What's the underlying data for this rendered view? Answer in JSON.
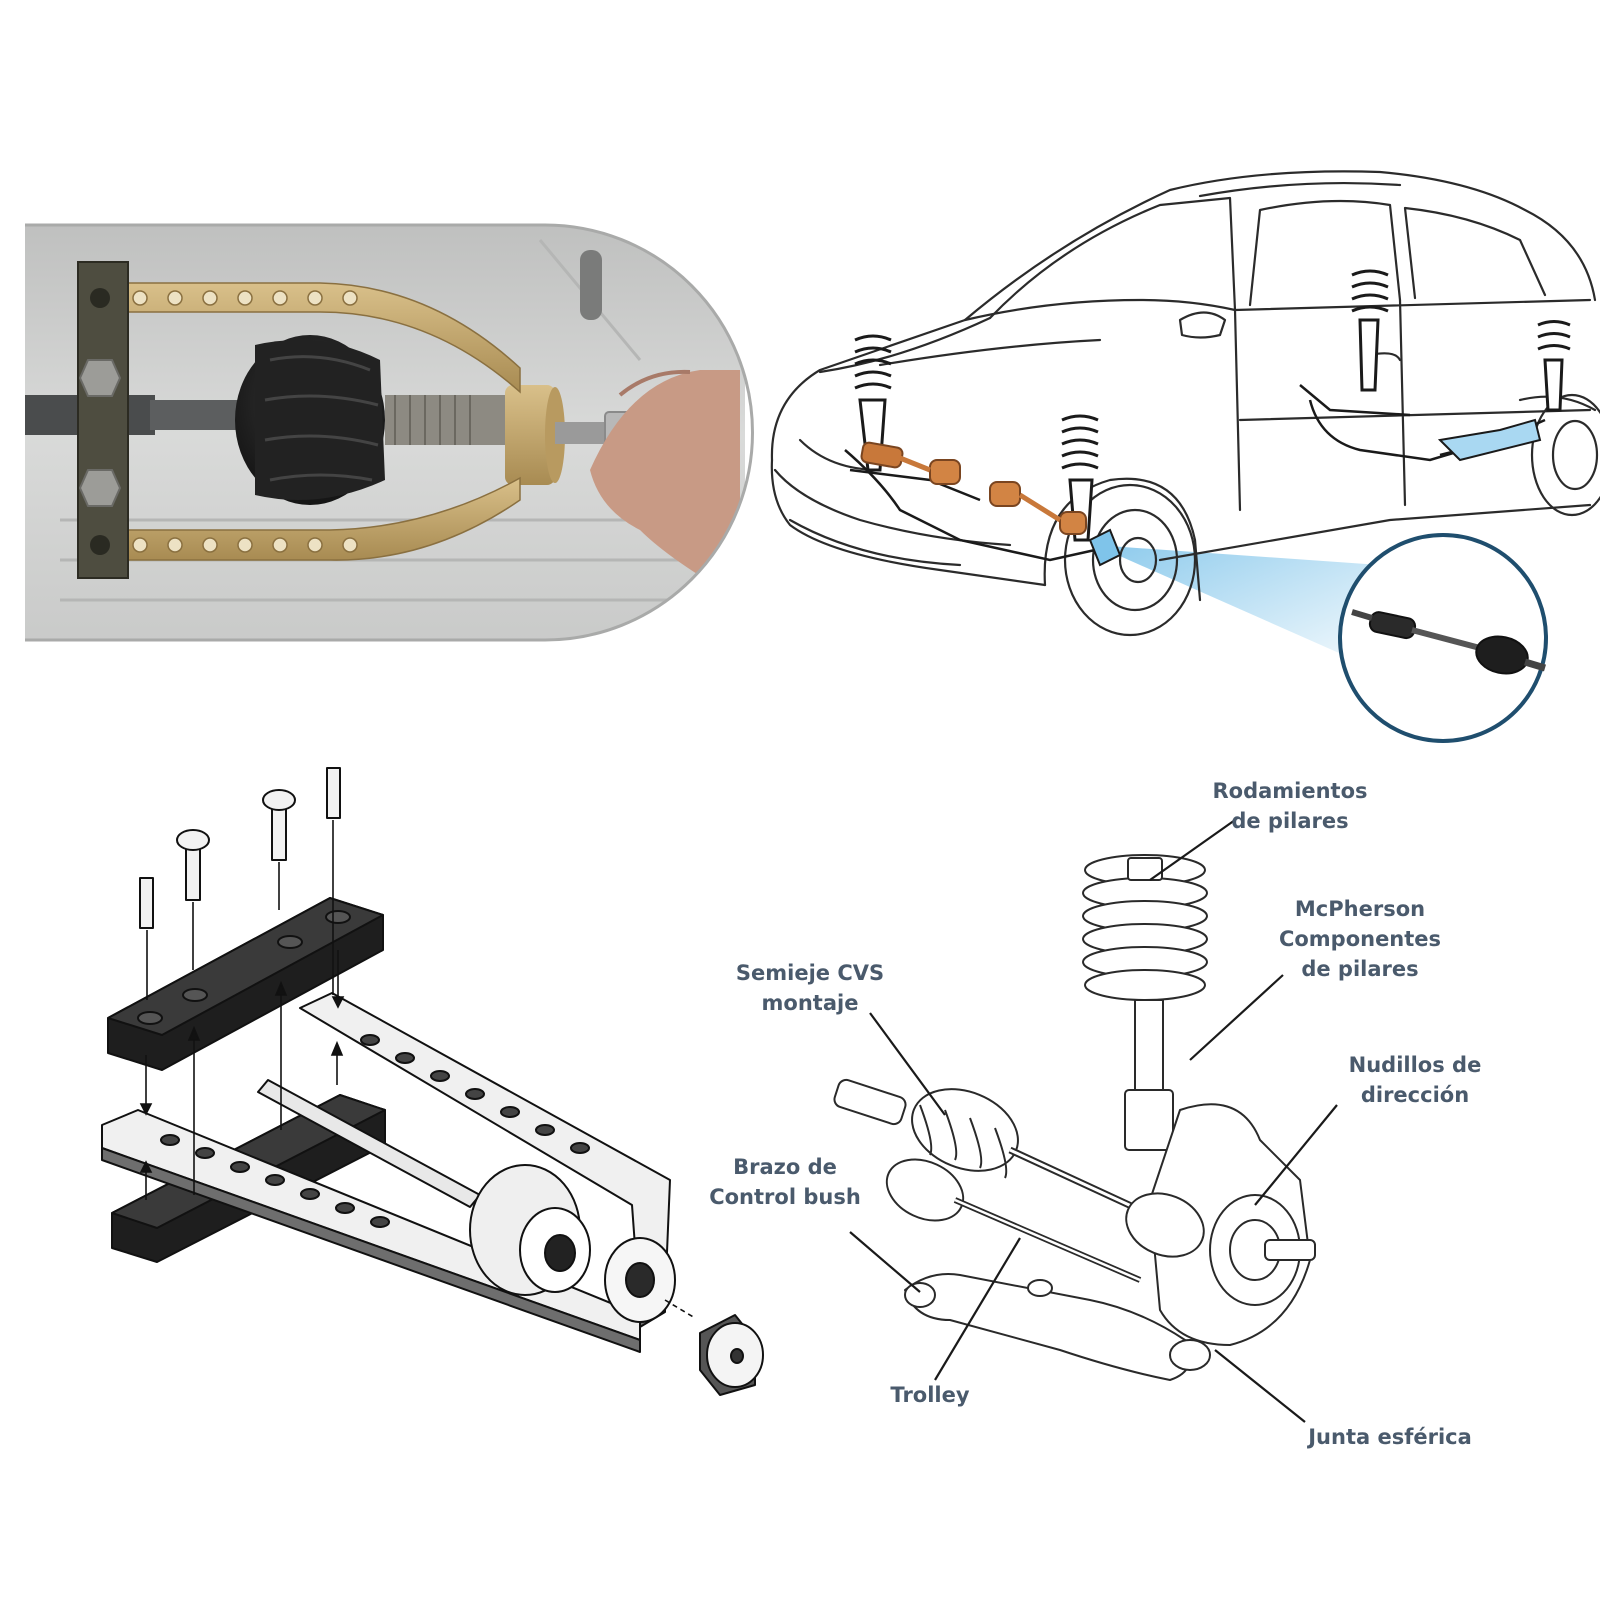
{
  "colors": {
    "label_text": "#4a5a6c",
    "leader_line": "#1a1a1a",
    "photo_bg": "#cfd0d0",
    "tool_gold": "#c8ab72",
    "tool_dark": "#1f1f1f",
    "bushing_orange": "#c8783a",
    "highlight_blue": "#7fc4ea",
    "circle_border": "#1f4e6e"
  },
  "icons": [
    "puller-photo-icon",
    "car-suspension-icon",
    "cv-axle-icon",
    "puller-exploded-icon",
    "suspension-assembly-icon"
  ],
  "labels": {
    "rodamientos": [
      "Rodamientos",
      "de pilares"
    ],
    "mcpherson": [
      "McPherson",
      "Componentes",
      "de pilares"
    ],
    "semieje": [
      "Semieje CVS",
      "montaje"
    ],
    "nudillos": [
      "Nudillos de",
      "dirección"
    ],
    "brazo": [
      "Brazo de",
      "Control bush"
    ],
    "trolley": [
      "Trolley"
    ],
    "junta": [
      "Junta esférica"
    ]
  }
}
